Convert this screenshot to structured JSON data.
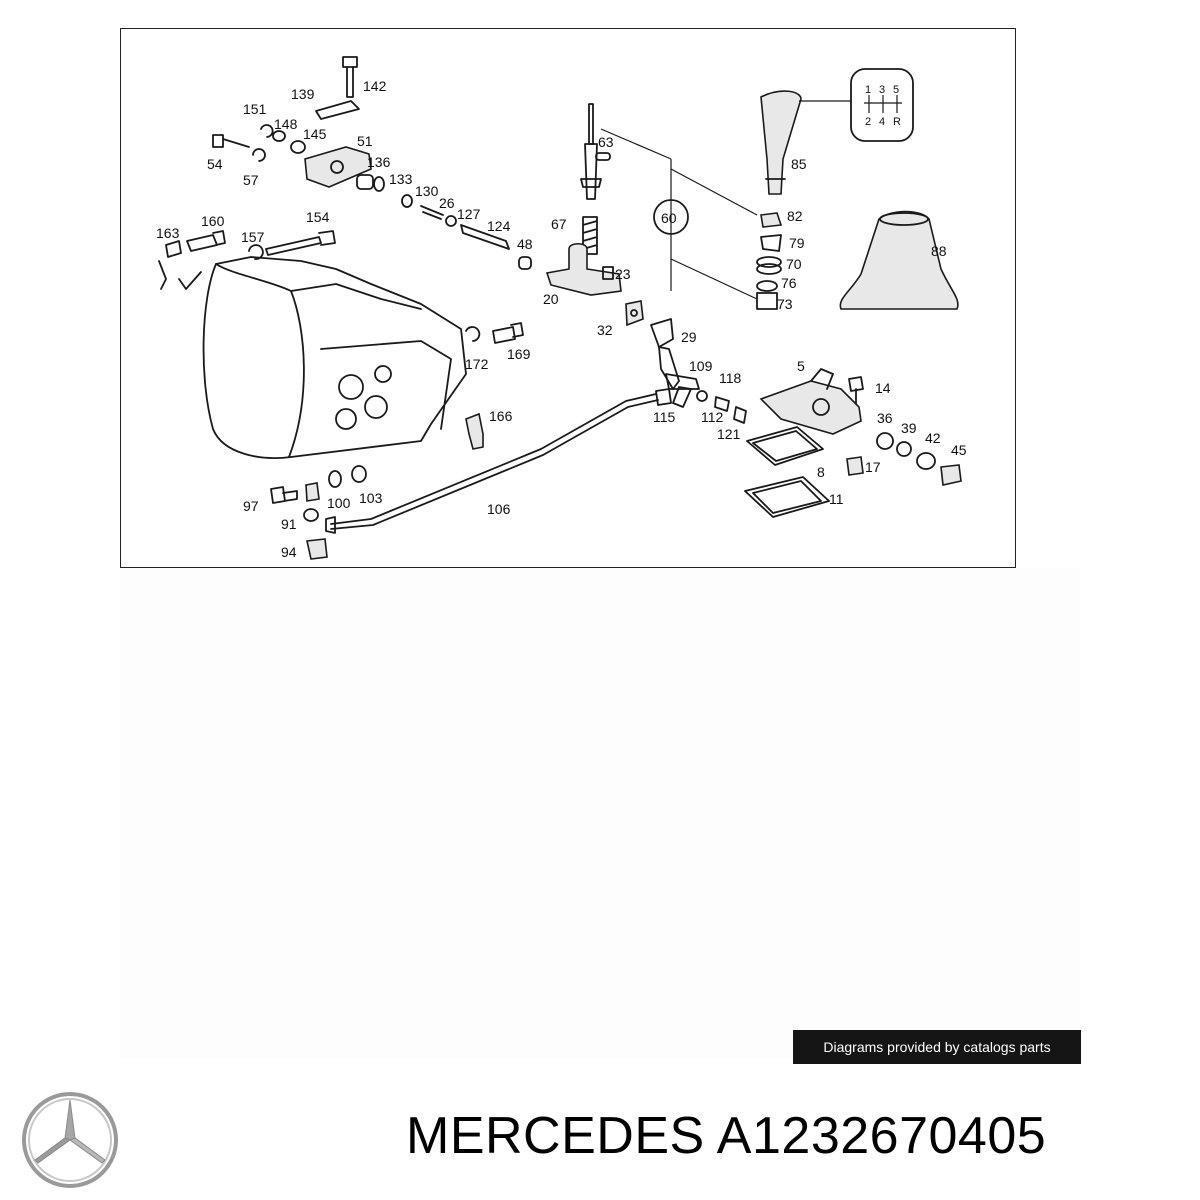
{
  "diagram": {
    "labels": {
      "l142": "142",
      "l139": "139",
      "l151": "151",
      "l148": "148",
      "l145": "145",
      "l51": "51",
      "l54": "54",
      "l57": "57",
      "l136": "136",
      "l133": "133",
      "l130": "130",
      "l26": "26",
      "l127": "127",
      "l124": "124",
      "l48": "48",
      "l163": "163",
      "l160": "160",
      "l157": "157",
      "l154": "154",
      "l63": "63",
      "l60": "60",
      "l67": "67",
      "l23": "23",
      "l20": "20",
      "l32": "32",
      "l29": "29",
      "l85": "85",
      "l82": "82",
      "l79": "79",
      "l70": "70",
      "l76": "76",
      "l73": "73",
      "l88": "88",
      "l172": "172",
      "l169": "169",
      "l166": "166",
      "l109": "109",
      "l118": "118",
      "l115": "115",
      "l112": "112",
      "l121": "121",
      "l5": "5",
      "l14": "14",
      "l36": "36",
      "l39": "39",
      "l42": "42",
      "l45": "45",
      "l8": "8",
      "l17": "17",
      "l11": "11",
      "l106": "106",
      "l97": "97",
      "l100": "100",
      "l103": "103",
      "l91": "91",
      "l94": "94"
    },
    "gear_pattern": {
      "g1": "1",
      "g3": "3",
      "g5": "5",
      "g2": "2",
      "g4": "4",
      "gR": "R"
    }
  },
  "credit": {
    "text": "Diagrams provided by catalogs parts"
  },
  "title": {
    "brand": "MERCEDES",
    "part_number": "A1232670405"
  },
  "logo": {
    "icon": "mercedes-star-icon",
    "color": "#9a9a9a"
  }
}
